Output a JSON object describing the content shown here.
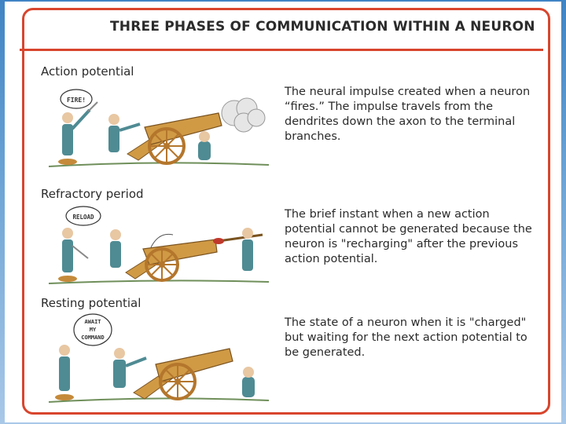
{
  "title": "THREE PHASES OF COMMUNICATION WITHIN A NEURON",
  "phases": [
    {
      "label": "Action potential",
      "description": "The neural impulse created when a neuron “fires.” The impulse travels from the dendrites down the axon to the terminal branches.",
      "speech": [
        "FIRE!"
      ]
    },
    {
      "label": "Refractory period",
      "description": "The brief instant when a new action potential cannot be generated because the neuron is \"recharging\" after the previous action potential.",
      "speech": [
        "RELOAD"
      ]
    },
    {
      "label": "Resting potential",
      "description": "The state of a neuron when it is \"charged\" but waiting for the next action potential to be generated.",
      "speech": [
        "AWAIT",
        "MY",
        "COMMAND"
      ]
    }
  ],
  "colors": {
    "accent": "#d8452d",
    "soldier": "#4f8b93",
    "cannon": "#d09a45",
    "wheel": "#b4762c",
    "smoke": "#e6e6e6",
    "ground": "#6f8f5a"
  }
}
